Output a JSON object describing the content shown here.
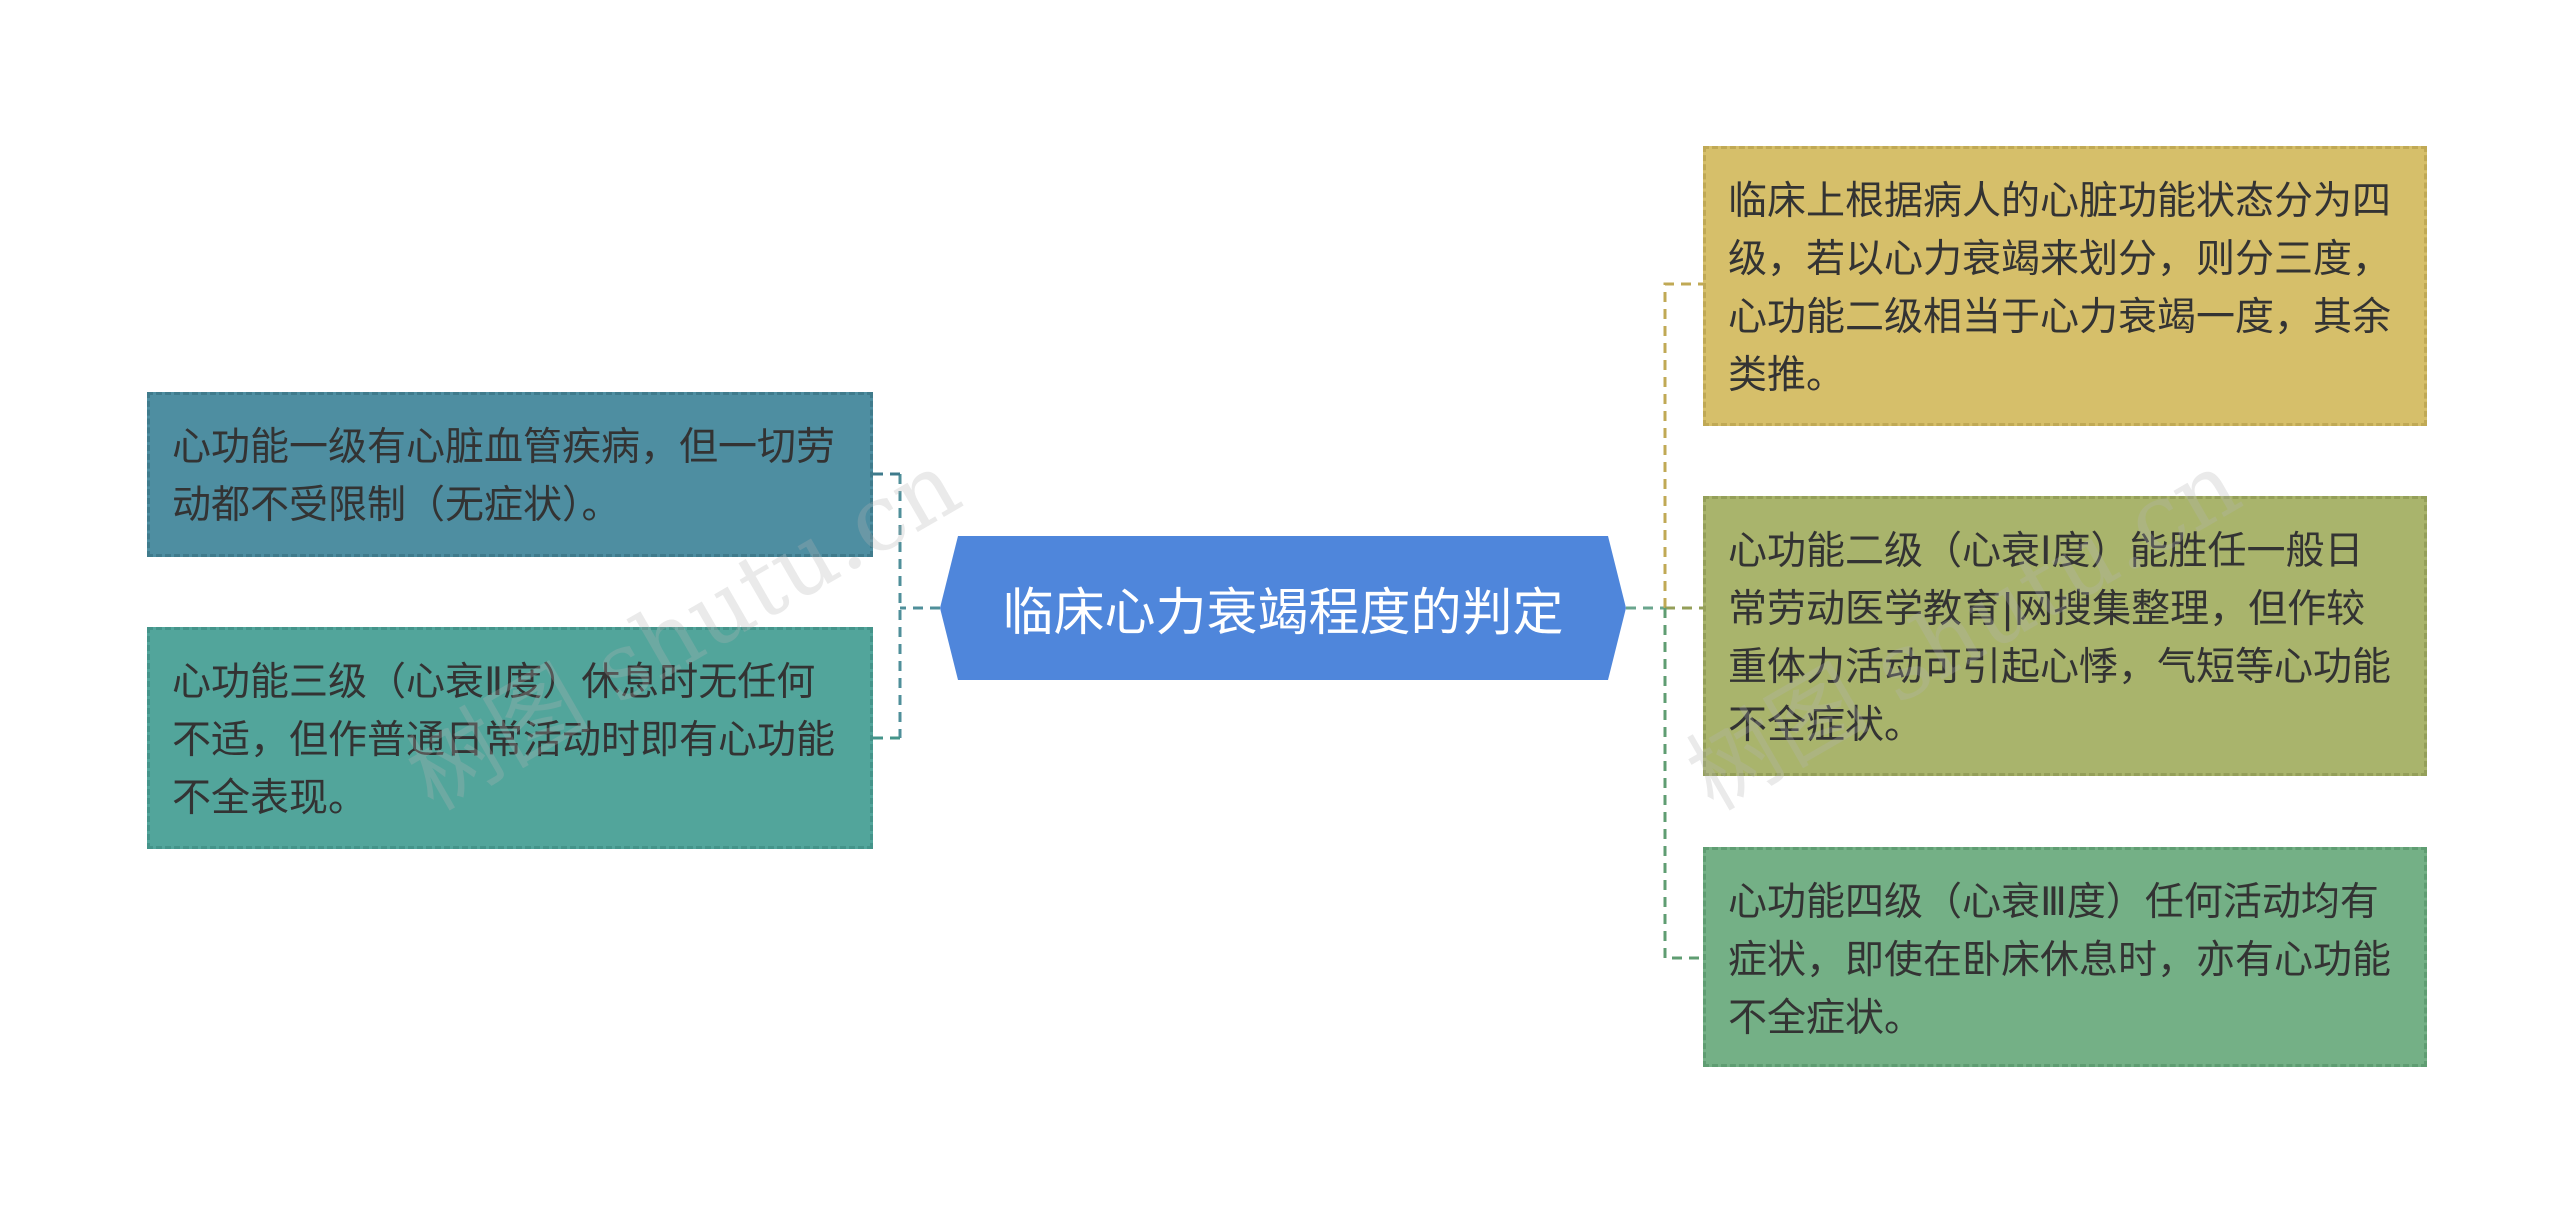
{
  "diagram": {
    "root": {
      "label": "临床心力衰竭程度的判定",
      "color": "#4f86db"
    },
    "left_nodes": [
      {
        "id": "l1",
        "text": "心功能一级有心脏血管疾病，但一切劳动都不受限制（无症状）。",
        "color": "#4e8ea1"
      },
      {
        "id": "l2",
        "text": "心功能三级（心衰Ⅱ度）休息时无任何不适，但作普通日常活动时即有心功能不全表现。",
        "color": "#52a59b"
      }
    ],
    "right_nodes": [
      {
        "id": "r1",
        "text": "临床上根据病人的心脏功能状态分为四级，若以心力衰竭来划分，则分三度，心功能二级相当于心力衰竭一度，其余类推。",
        "color": "#d6bf6a"
      },
      {
        "id": "r2",
        "text": "心功能二级（心衰I度）能胜任一般日常劳动医学教育|网搜集整理，但作较重体力活动可引起心悸，气短等心功能不全症状。",
        "color": "#a9b46c"
      },
      {
        "id": "r3",
        "text": "心功能四级（心衰Ⅲ度）任何活动均有症状，即使在卧床休息时，亦有心功能不全症状。",
        "color": "#74b086"
      }
    ]
  },
  "watermarks": [
    "树图 shutu.cn",
    "树图 shutu.cn"
  ]
}
